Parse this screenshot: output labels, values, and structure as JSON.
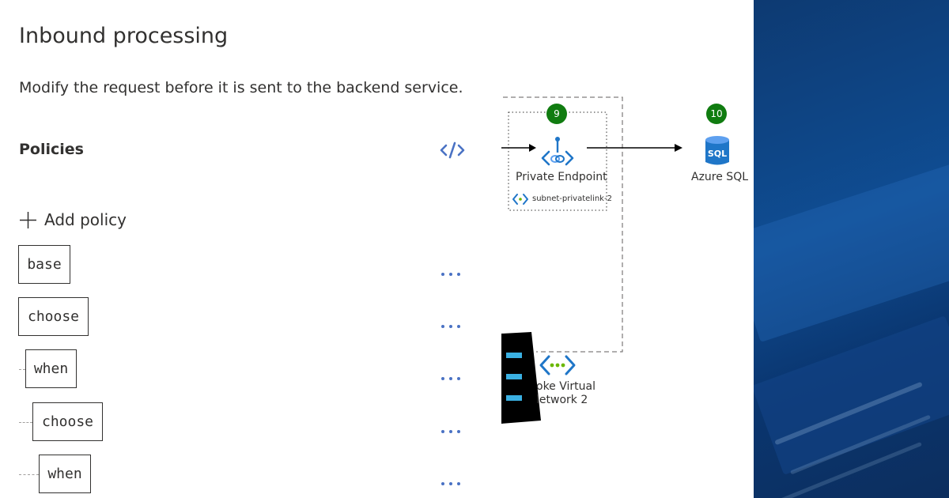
{
  "header": {
    "title": "Inbound processing",
    "description": "Modify the request before it is sent to the backend service."
  },
  "policies": {
    "heading": "Policies",
    "add_label": "Add policy",
    "items": [
      {
        "label": "base"
      },
      {
        "label": "choose"
      },
      {
        "label": "when"
      },
      {
        "label": "choose"
      },
      {
        "label": "when"
      }
    ]
  },
  "diagram": {
    "private_endpoint": {
      "badge": "9",
      "label": "Private Endpoint",
      "subnet": "subnet-privatelink-2"
    },
    "azure_sql": {
      "badge": "10",
      "label": "Azure SQL",
      "icon_text": "SQL"
    },
    "spoke_vnet": {
      "line1": "oke Virtual",
      "line2": "letwork 2"
    }
  },
  "colors": {
    "accent_blue": "#4a72c4",
    "badge_green": "#107c10",
    "panel_blue": "#0f4d93",
    "azure_icon_blue": "#1f76c8",
    "cyan_bar": "#3ab0e2"
  }
}
